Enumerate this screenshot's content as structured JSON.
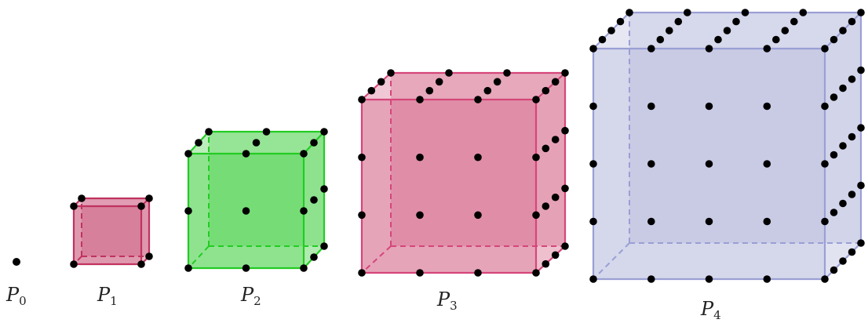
{
  "figure": {
    "labels": [
      {
        "letter": "P",
        "sub": "0"
      },
      {
        "letter": "P",
        "sub": "1"
      },
      {
        "letter": "P",
        "sub": "2"
      },
      {
        "letter": "P",
        "sub": "3"
      },
      {
        "letter": "P",
        "sub": "4"
      }
    ],
    "cube_colors": {
      "P1": {
        "stroke": "#c0335f",
        "fill": "#c0335f"
      },
      "P2": {
        "stroke": "#22cc22",
        "fill": "#33cc33"
      },
      "P3": {
        "stroke": "#d5467a",
        "fill": "#cd4a73"
      },
      "P4": {
        "stroke": "#9a9fd4",
        "fill": "#9a9fcf"
      }
    },
    "point_color": "#000000"
  }
}
